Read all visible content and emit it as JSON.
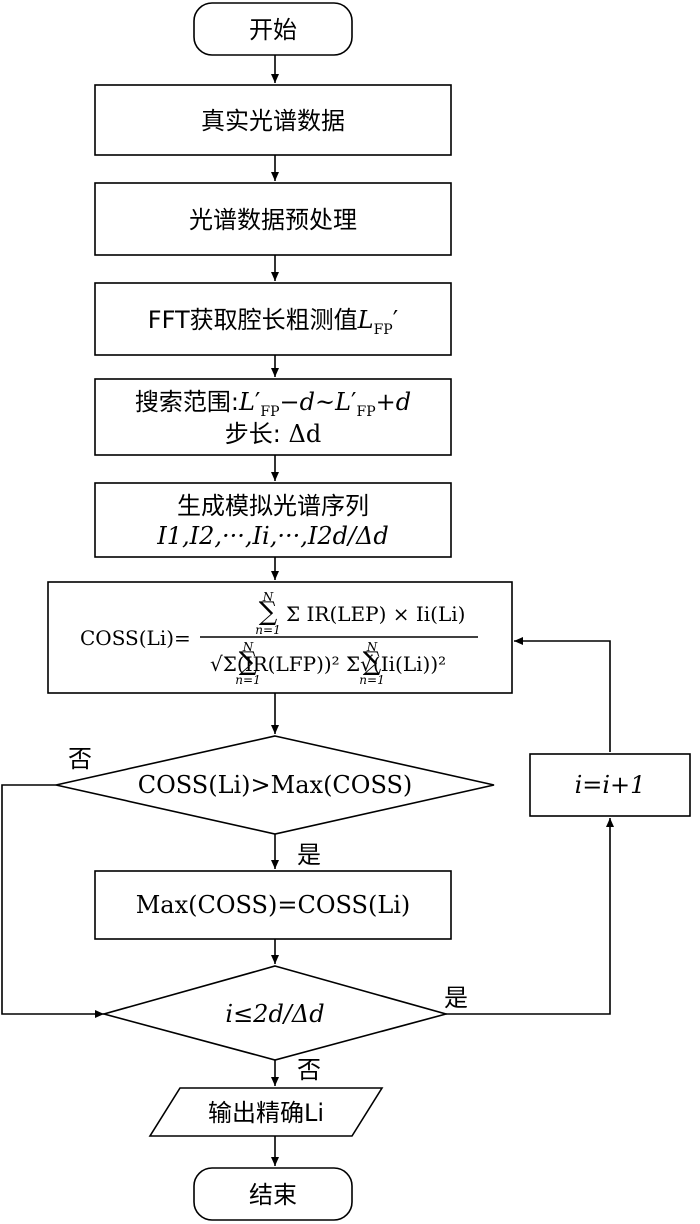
{
  "nodes": {
    "start": "开始",
    "real_spectrum": "真实光谱数据",
    "preprocess": "光谱数据预处理",
    "fft": {
      "prefix": "FFT获取腔长粗测值",
      "var": "L",
      "sub": "FP",
      "suffix": "′"
    },
    "search": {
      "prefix": "搜索范围:",
      "var": "L",
      "prime": "′",
      "sub": "FP",
      "minus_d": "−d",
      "tilde": "~",
      "plus_d": "+d",
      "step_label": "步长: ",
      "step_value": "Δd"
    },
    "generate": {
      "title": "生成模拟光谱序列",
      "sequence": "I1,I2,···,Ii,···,I2d/Δd"
    },
    "coss_formula": {
      "lhs": "COSS(Li)=",
      "numerator": "Σ IR(LEP) × Ii(Li)",
      "sum_top": "N",
      "sum_bottom": "n=1",
      "denominator": "√Σ(IR(LFP))² Σ√(Ii(Li))²"
    },
    "compare": "COSS(Li)>Max(COSS)",
    "update_max": "Max(COSS)=COSS(Li)",
    "increment": "i=i+1",
    "loop_check": "i≤2d/Δd",
    "output": "输出精确Li",
    "end": "结束"
  },
  "edge_labels": {
    "compare_no": "否",
    "compare_yes": "是",
    "loop_yes": "是",
    "loop_no": "否"
  }
}
